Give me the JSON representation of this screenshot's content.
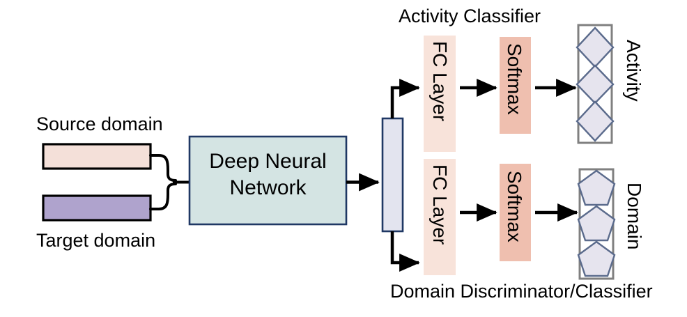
{
  "diagram": {
    "title_activity_classifier": "Activity Classifier",
    "title_domain_discriminator": "Domain Discriminator/Classifier",
    "inputs": {
      "source_label": "Source domain",
      "target_label": "Target domain",
      "source_color": "#f4e0d9",
      "target_color": "#afa3cd",
      "border_color": "#000000"
    },
    "backbone": {
      "label_line1": "Deep Neural",
      "label_line2": "Network",
      "fill_color": "#d4e4e3",
      "border_color": "#1f3864"
    },
    "feature_vector": {
      "name": "feature-vector",
      "fill_color": "#e3e4ef",
      "border_color": "#1f3864"
    },
    "branches": [
      {
        "id": "activity",
        "fc_layer_label": "FC  Layer",
        "softmax_label": "Softmax",
        "output_label": "Activity",
        "output_shape": "diamond",
        "output_count": 3,
        "fc_color": "#f8e3da",
        "softmax_color": "#efbfaf",
        "shape_fill": "#e6e4ee",
        "shape_stroke": "#5b6b8c",
        "container_stroke": "#808080"
      },
      {
        "id": "domain",
        "fc_layer_label": "FC  Layer",
        "softmax_label": "Softmax",
        "output_label": "Domain",
        "output_shape": "pentagon",
        "output_count": 3,
        "fc_color": "#f8e3da",
        "softmax_color": "#efbfaf",
        "shape_fill": "#e6e4ee",
        "shape_stroke": "#5b6b8c",
        "container_stroke": "#808080"
      }
    ],
    "arrow_color": "#000000"
  }
}
